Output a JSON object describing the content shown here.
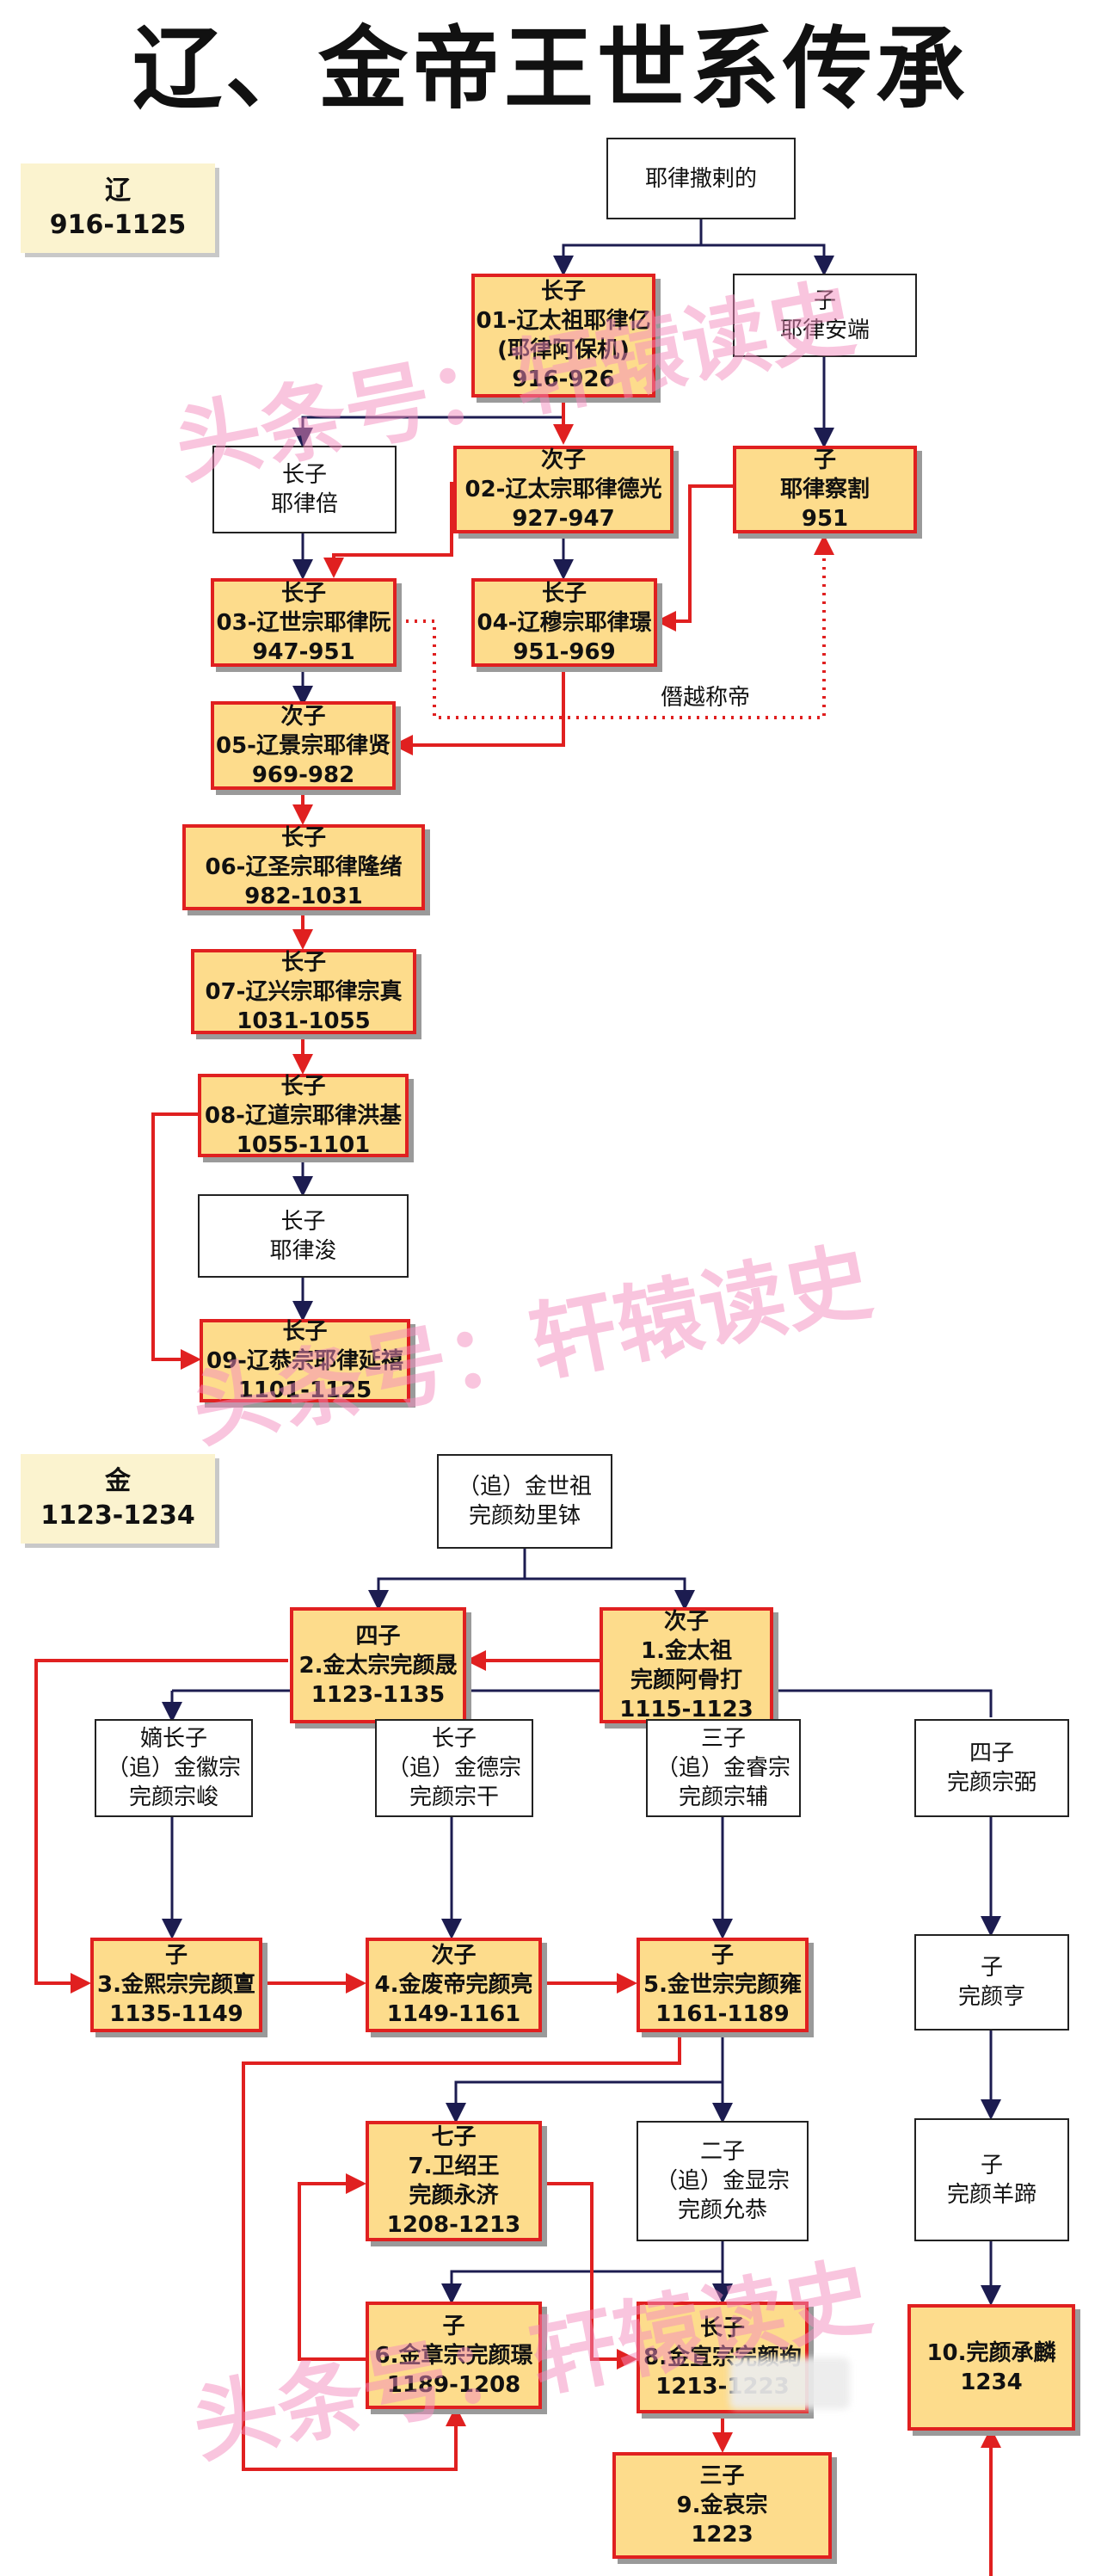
{
  "title": "辽、金帝王世系传承",
  "liao": {
    "tag": {
      "name": "辽",
      "years": "916-1125"
    },
    "label_cuanyue": "僭越称帝",
    "nodes": {
      "yelv_saladi": [
        "耶律撒剌的"
      ],
      "n01": [
        "长子",
        "01-辽太祖耶律亿",
        "(耶律阿保机)",
        "916-926"
      ],
      "anduan": [
        "子",
        "耶律安端"
      ],
      "bei": [
        "长子",
        "耶律倍"
      ],
      "n02": [
        "次子",
        "02-辽太宗耶律德光",
        "927-947"
      ],
      "chage": [
        "子",
        "耶律察割",
        "951"
      ],
      "n03": [
        "长子",
        "03-辽世宗耶律阮",
        "947-951"
      ],
      "n04": [
        "长子",
        "04-辽穆宗耶律璟",
        "951-969"
      ],
      "n05": [
        "次子",
        "05-辽景宗耶律贤",
        "969-982"
      ],
      "n06": [
        "长子",
        "06-辽圣宗耶律隆绪",
        "982-1031"
      ],
      "n07": [
        "长子",
        "07-辽兴宗耶律宗真",
        "1031-1055"
      ],
      "n08": [
        "长子",
        "08-辽道宗耶律洪基",
        "1055-1101"
      ],
      "jun": [
        "长子",
        "耶律浚"
      ],
      "n09": [
        "长子",
        "09-辽恭宗耶律延禧",
        "1101-1125"
      ]
    }
  },
  "jin": {
    "tag": {
      "name": "金",
      "years": "1123-1234"
    },
    "nodes": {
      "shizu": [
        "（追）金世祖",
        "完颜劾里钵"
      ],
      "j2": [
        "四子",
        "2.金太宗完颜晟",
        "1123-1135"
      ],
      "j1": [
        "次子",
        "1.金太祖",
        "完颜阿骨打",
        "1115-1123"
      ],
      "zongjun": [
        "嫡长子",
        "（追）金徽宗",
        "完颜宗峻"
      ],
      "zonggan": [
        "长子",
        "（追）金德宗",
        "完颜宗干"
      ],
      "zongfu": [
        "三子",
        "（追）金睿宗",
        "完颜宗辅"
      ],
      "zongbi": [
        "四子",
        "完颜宗弼"
      ],
      "j3": [
        "子",
        "3.金熙宗完颜亶",
        "1135-1149"
      ],
      "j4": [
        "次子",
        "4.金废帝完颜亮",
        "1149-1161"
      ],
      "j5": [
        "子",
        "5.金世宗完颜雍",
        "1161-1189"
      ],
      "heng": [
        "子",
        "完颜亨"
      ],
      "j7": [
        "七子",
        "7.卫绍王",
        "完颜永济",
        "1208-1213"
      ],
      "yungong": [
        "二子",
        "（追）金显宗",
        "完颜允恭"
      ],
      "yangti": [
        "子",
        "完颜羊蹄"
      ],
      "j6": [
        "子",
        "6.金章宗完颜璟",
        "1189-1208"
      ],
      "j8": [
        "长子",
        "8.金宣宗完颜珣",
        "1213-1223"
      ],
      "j10": [
        "10.完颜承麟",
        "1234"
      ],
      "j9": [
        "三子",
        "9.金哀宗",
        "1223"
      ]
    }
  },
  "watermark": "头条号：轩辕读史",
  "colors": {
    "succession": "#e02020",
    "lineage": "#1c1c50",
    "emperor_fill": "#fddc8c",
    "tag_fill": "#fbf3cf",
    "watermark": "#f48cbe"
  }
}
